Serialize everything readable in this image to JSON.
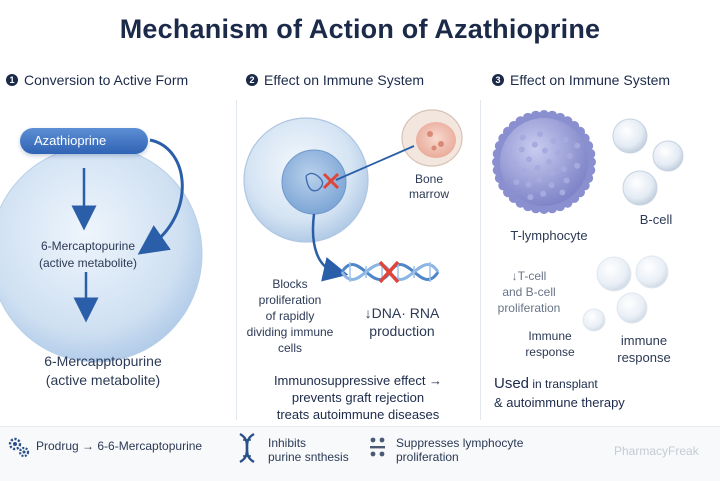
{
  "title": "Mechanism of Action of Azathioprine",
  "sections": [
    {
      "number": "1",
      "title": "Conversion to Active Form"
    },
    {
      "number": "2",
      "title": "Effect on Immune System"
    },
    {
      "number": "3",
      "title": "Effect on Immune System"
    }
  ],
  "panel1": {
    "drug": "Azathioprine",
    "metabolite_line1": "6-Mercaptopurine",
    "metabolite_line2": "(active metabolite)",
    "bottom_line1": "6-Mercapptopurine",
    "bottom_line2": "(active metabolite)"
  },
  "panel2": {
    "bone_line1": "Bone",
    "bone_line2": "marrow",
    "blocks_lines": [
      "Blocks",
      "proliferation",
      "of rapidly",
      "dividing immune",
      "cells"
    ],
    "dna_line1": "↓DNA· RNA",
    "dna_line2": "production",
    "effect_line1": "Immunosuppressive effect →",
    "effect_line2": "prevents graft rejection",
    "effect_line3": "treats autoimmune diseases"
  },
  "panel3": {
    "t_label": "T-lymphocyte",
    "b_label": "B-cell",
    "prolif_line1": "↓T-cell",
    "prolif_line2": "and B-cell",
    "prolif_line3": "proliferation",
    "resp1_line1": "Immune",
    "resp1_line2": "response",
    "resp2_line1": "immune",
    "resp2_line2": "response",
    "used_big": "Used",
    "used_rest": " in transplant",
    "used_line2": "& autoimmune therapy"
  },
  "footer": {
    "item1": "Prodrug → 6-6-Mercaptopurine",
    "item2_line1": "Inhibits",
    "item2_line2": "purine snthesis",
    "item3_line1": "Suppresses lymphocyte",
    "item3_line2": "proliferation",
    "watermark": "PharmacyFreak"
  },
  "icons": {
    "footer1": "gear-cluster-icon",
    "footer2": "dna-icon",
    "footer3": "lymphocyte-grid-icon",
    "block_mark": "red-x-icon"
  },
  "colors": {
    "navy": "#1c2a4a",
    "accent_blue": "#2f63b4",
    "block_red": "#e0453a",
    "lymphocyte_purple": "#8a8fd0"
  }
}
